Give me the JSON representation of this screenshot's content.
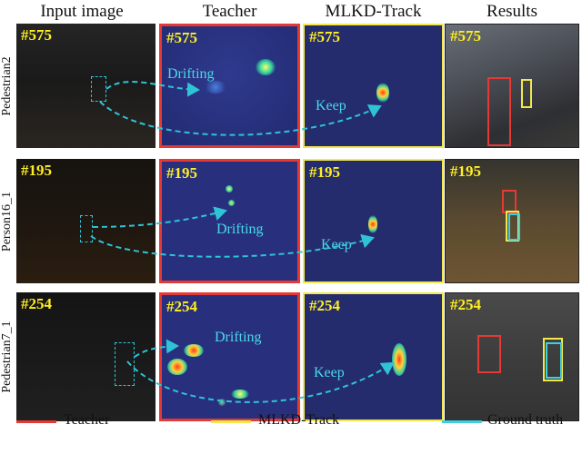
{
  "headers": {
    "input": "Input image",
    "teacher": "Teacher",
    "student": "MLKD-Track",
    "results": "Results"
  },
  "rows": [
    {
      "name": "Pedestrian2",
      "frame": "#575",
      "teacher_note": "Drifting",
      "student_note": "Keep"
    },
    {
      "name": "Person16_1",
      "frame": "#195",
      "teacher_note": "Drifting",
      "student_note": "Keep"
    },
    {
      "name": "Pedestrian7_1",
      "frame": "#254",
      "teacher_note": "Drifting",
      "student_note": "Keep"
    }
  ],
  "legend": {
    "teacher": {
      "label": "Teacher",
      "color": "#e53935"
    },
    "student": {
      "label": "MLKD-Track",
      "color": "#f2e84b"
    },
    "ground_truth": {
      "label": "Ground truth",
      "color": "#3fd0e0"
    }
  },
  "colors": {
    "teacher_border": "#e53935",
    "student_border": "#f2e84b",
    "arrow": "#2ec4d6",
    "frame_label": "#ffee22"
  }
}
